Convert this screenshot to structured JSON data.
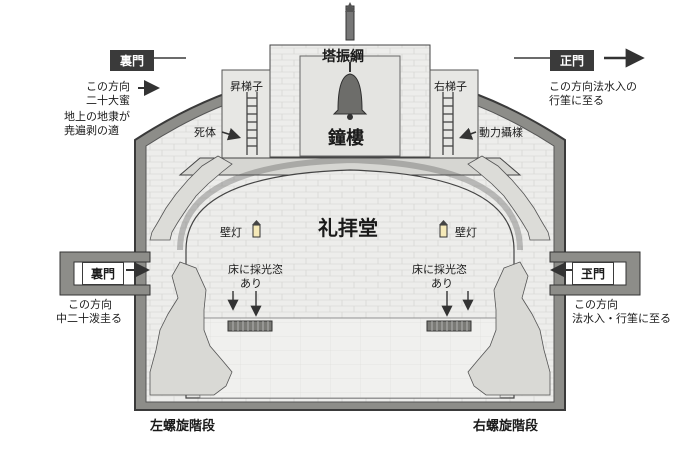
{
  "top": {
    "bell_tower_label": "塔振綱",
    "belfry_label": "鐘樓",
    "left_ladder_label": "昇梯子",
    "right_ladder_label": "右梯子",
    "dead_body_label": "死体",
    "power_label": "動力攝樣"
  },
  "left_upper": {
    "gate_label": "裏門",
    "direction_label": "この方向",
    "direction_sub": "二十大蜜",
    "note_line1": "地上の地隶が",
    "note_line2": "尭遍剥の適"
  },
  "right_upper": {
    "gate_label": "正門",
    "note_line1": "この方向法水入の",
    "note_line2": "行筀に至る"
  },
  "hall": {
    "title": "礼拝堂",
    "left_lamp_label": "壁灯",
    "right_lamp_label": "壁灯",
    "left_skylight_line1": "床に採光恣",
    "left_skylight_line2": "あり",
    "right_skylight_line1": "床に採光恣",
    "right_skylight_line2": "あり"
  },
  "left_lower": {
    "gate_label": "裏門",
    "direction_line1": "この方向",
    "direction_line2": "中二十泼圭る"
  },
  "right_lower": {
    "gate_label": "玊門",
    "direction_line1": "この方向",
    "direction_line2": "法水入・行筀に至る"
  },
  "stairs": {
    "left_label": "左螺旋階段",
    "right_label": "右螺旋階段"
  },
  "colors": {
    "stone": "#e9e9e7",
    "stone_dark": "#cfcfcb",
    "line": "#3a3a3a",
    "label_box": "#3a3a3a"
  }
}
